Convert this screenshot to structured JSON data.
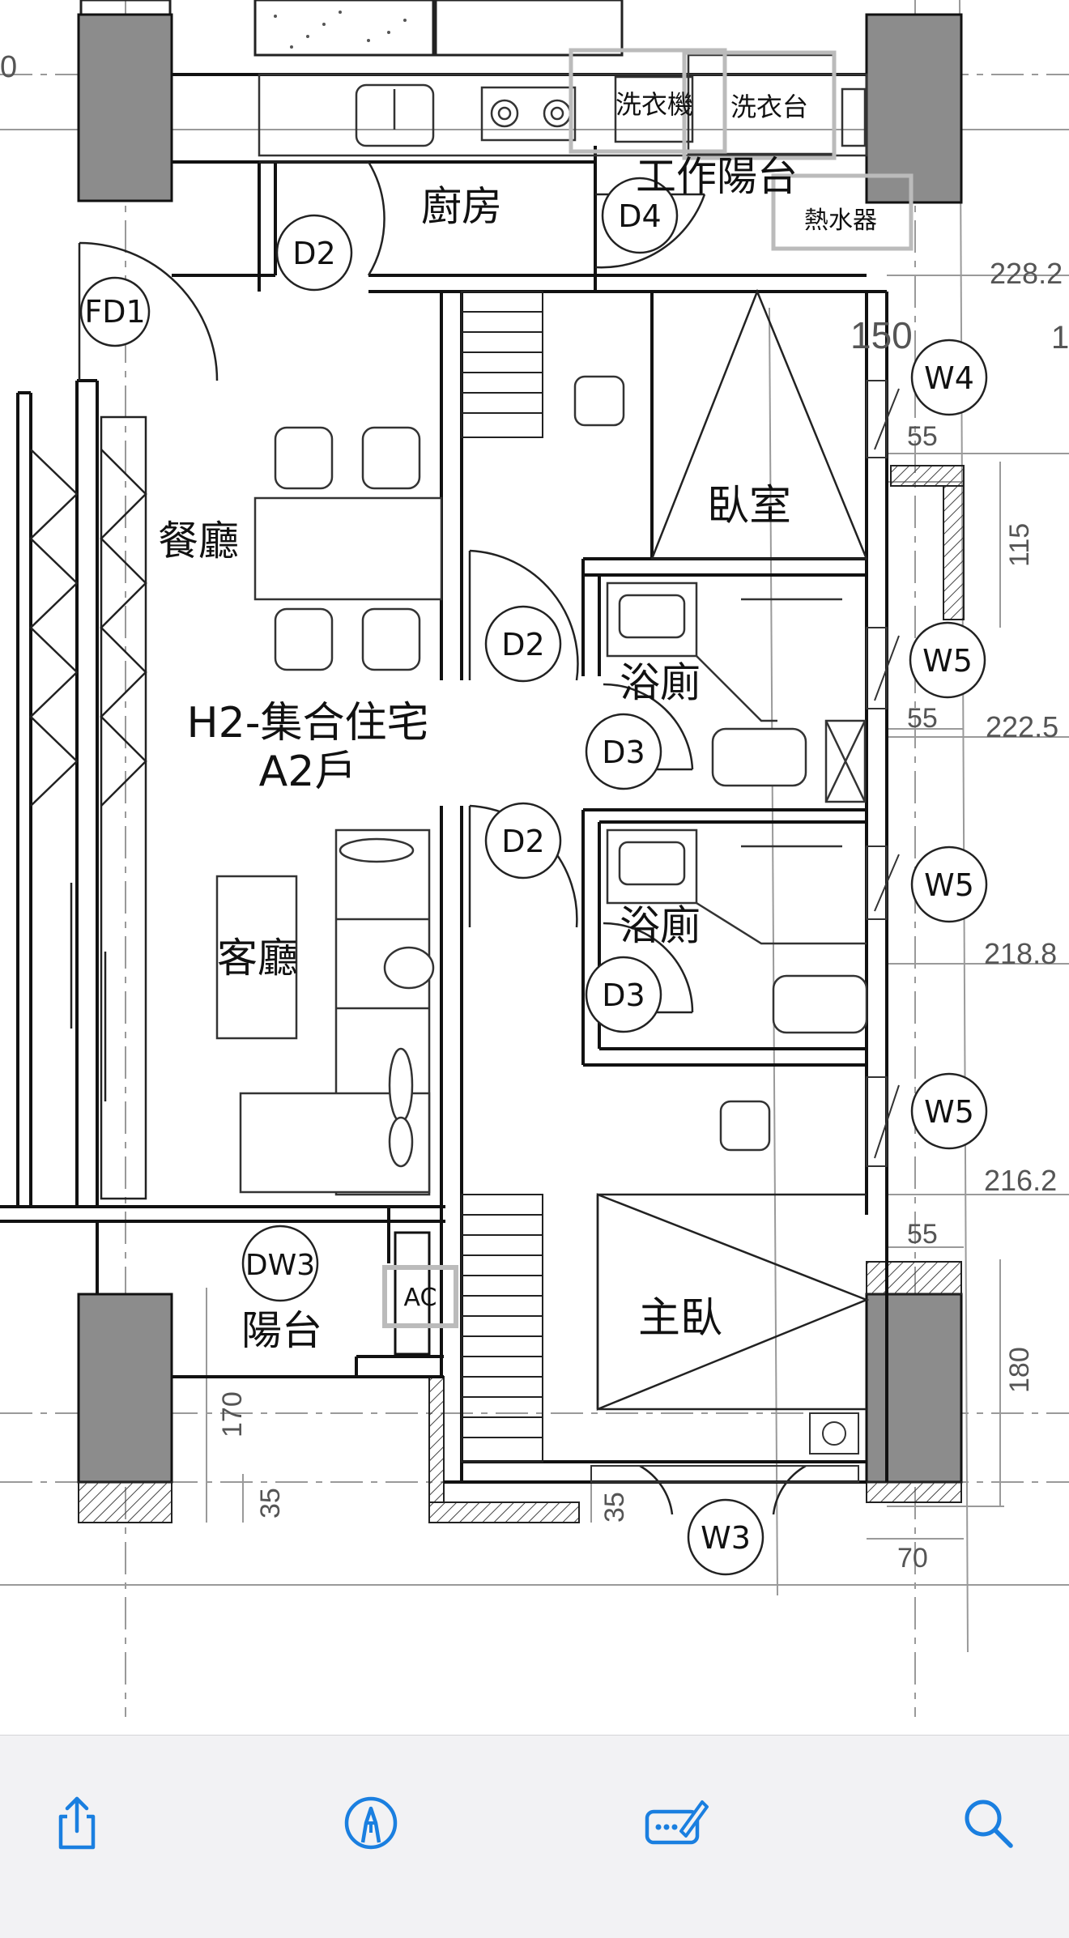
{
  "plan": {
    "title_line1": "H2-集合住宅",
    "title_line2": "A2戶",
    "rooms": {
      "kitchen": "廚房",
      "service_balcony": "工作陽台",
      "dining": "餐廳",
      "living": "客廳",
      "bedroom": "臥室",
      "bath1": "浴廁",
      "bath2": "浴廁",
      "balcony": "陽台",
      "master": "主臥"
    },
    "fixtures": {
      "washer": "洗衣機",
      "laundry_sink": "洗衣台",
      "water_heater": "熱水器",
      "ac": "AC"
    },
    "doors": {
      "fd1": "FD1",
      "d2_kitchen": "D2",
      "d4": "D4",
      "d2_bedroom": "D2",
      "d2_bath": "D2",
      "d3_bath1": "D3",
      "d3_bath2": "D3",
      "dw3": "DW3"
    },
    "windows": {
      "w4": "W4",
      "w5_a": "W5",
      "w5_b": "W5",
      "w5_c": "W5",
      "w3": "W3"
    },
    "dimensions": {
      "d_left_top": "0",
      "d_228": "228.2",
      "d_150": "150",
      "d_1": "1",
      "d_55_a": "55",
      "d_115": "115",
      "d_55_b": "55",
      "d_222": "222.5",
      "d_218": "218.8",
      "d_216": "216.2",
      "d_55_c": "55",
      "d_180": "180",
      "d_170": "170",
      "d_35_a": "35",
      "d_35_b": "35",
      "d_70": "70"
    }
  },
  "toolbar": {
    "share_icon": "share-icon",
    "markup_icon": "markup-pen-icon",
    "signature_icon": "signature-icon",
    "search_icon": "search-icon",
    "accent": "#1a7fe0"
  }
}
